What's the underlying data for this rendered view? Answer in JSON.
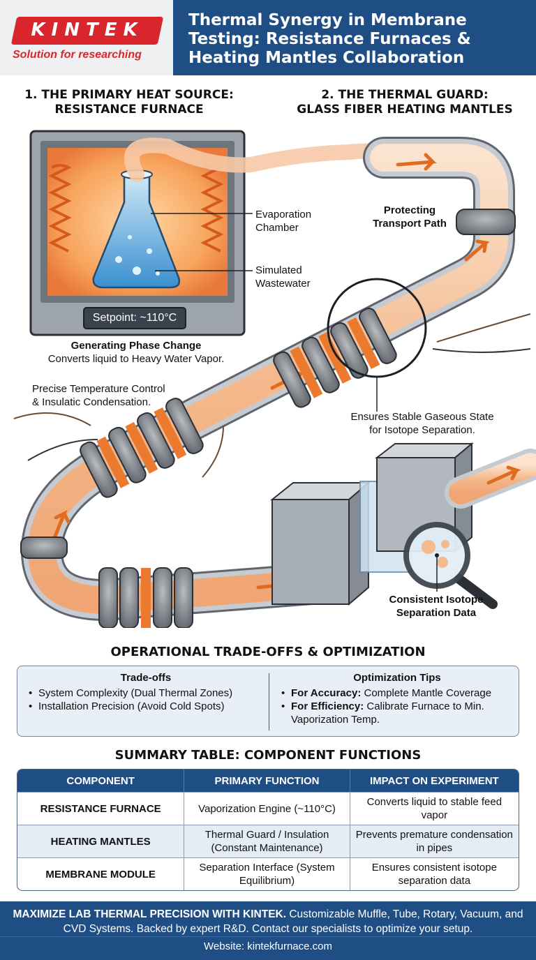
{
  "header": {
    "logo_text": "KINTEK",
    "logo_tagline": "Solution for researching",
    "title": "Thermal Synergy in Membrane Testing: Resistance Furnaces & Heating Mantles Collaboration"
  },
  "sections": {
    "furnace_heading_1": "1. THE PRIMARY HEAT SOURCE:",
    "furnace_heading_2": "RESISTANCE FURNACE",
    "mantle_heading_1": "2. THE THERMAL GUARD:",
    "mantle_heading_2": "GLASS FIBER HEATING MANTLES"
  },
  "diagram": {
    "evaporation_1": "Evaporation",
    "evaporation_2": "Chamber",
    "wastewater_1": "Simulated",
    "wastewater_2": "Wastewater",
    "setpoint": "Setpoint: ~110°C",
    "phase_change_title": "Generating Phase Change",
    "phase_change_desc": "Converts liquid to Heavy Water Vapor.",
    "protect_1": "Protecting",
    "protect_2": "Transport Path",
    "precise_1": "Precise Temperature Control",
    "precise_2": "& Insulatic Condensation.",
    "stable_1": "Ensures Stable Gaseous State",
    "stable_2": "for Isotope Separation.",
    "consistent_1": "Consistent Isotope",
    "consistent_2": "Separation Data"
  },
  "tradeoffs": {
    "heading": "OPERATIONAL TRADE-OFFS & OPTIMIZATION",
    "left_title": "Trade-offs",
    "left_items": [
      "System Complexity (Dual Thermal Zones)",
      "Installation Precision (Avoid Cold Spots)"
    ],
    "right_title": "Optimization Tips",
    "right_items": [
      {
        "bold": "For Accuracy:",
        "text": " Complete Mantle Coverage"
      },
      {
        "bold": "For Efficiency:",
        "text": " Calibrate Furnace to Min. Vaporization Temp."
      }
    ]
  },
  "summary": {
    "heading": "SUMMARY TABLE: COMPONENT FUNCTIONS",
    "columns": [
      "COMPONENT",
      "PRIMARY FUNCTION",
      "IMPACT ON EXPERIMENT"
    ],
    "rows": [
      [
        "RESISTANCE FURNACE",
        "Vaporization Engine (~110°C)",
        "Converts liquid to stable feed vapor"
      ],
      [
        "HEATING MANTLES",
        "Thermal Guard / Insulation (Constant Maintenance)",
        "Prevents premature condensation in pipes"
      ],
      [
        "MEMBRANE MODULE",
        "Separation Interface (System Equilibrium)",
        "Ensures consistent isotope separation data"
      ]
    ]
  },
  "footer": {
    "bold": "MAXIMIZE LAB THERMAL PRECISION WITH KINTEK.",
    "text": " Customizable Muffle, Tube, Rotary, Vacuum, and CVD Systems. Backed by expert R&D. Contact our specialists to optimize your setup.",
    "website": "Website: kintekfurnace.com"
  },
  "colors": {
    "brand_red": "#d9262c",
    "brand_blue": "#1f4e85",
    "heater_orange": "#f0782c",
    "vapor_peach": "#f6c9a6"
  }
}
